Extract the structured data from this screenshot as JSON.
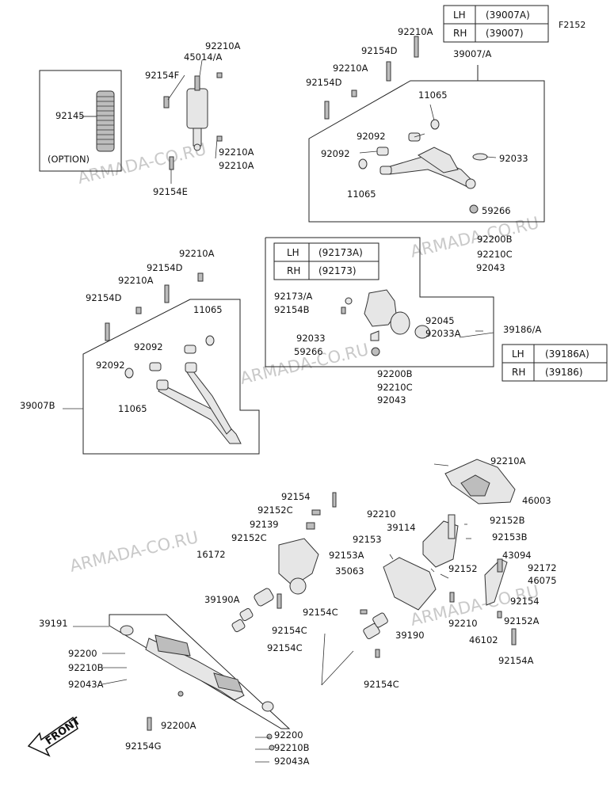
{
  "figure_code": "F2152",
  "watermark": "ARMADA-CO.RU",
  "front_label": "FRONT",
  "option_label": "(OPTION)",
  "tables": [
    {
      "rows": [
        [
          "LH",
          "(39007A)"
        ],
        [
          "RH",
          "(39007)"
        ]
      ]
    },
    {
      "rows": [
        [
          "LH",
          "(92173A)"
        ],
        [
          "RH",
          "(92173)"
        ]
      ]
    },
    {
      "rows": [
        [
          "LH",
          "(39186A)"
        ],
        [
          "RH",
          "(39186)"
        ]
      ]
    }
  ],
  "labels": [
    "92210A",
    "45014/A",
    "92154F",
    "92210A",
    "92210A",
    "92154E",
    "92145",
    "92210A",
    "92154D",
    "92210A",
    "92154D",
    "39007/A",
    "11065",
    "92092",
    "92033",
    "92092",
    "11065",
    "59266",
    "92200B",
    "92210C",
    "92043",
    "92210A",
    "92154D",
    "92210A",
    "92154D",
    "11065",
    "92092",
    "92092",
    "11065",
    "39007B",
    "92173/A",
    "92154B",
    "92045",
    "92033",
    "92033A",
    "59266",
    "39186/A",
    "92200B",
    "92210C",
    "92043",
    "92210A",
    "46003",
    "92154",
    "92152C",
    "92139",
    "92152C",
    "16172",
    "39190A",
    "92154C",
    "92154C",
    "39191",
    "92200",
    "92210B",
    "92043A",
    "92200A",
    "92154G",
    "92200",
    "92210B",
    "92043A",
    "92210",
    "39114",
    "92153",
    "92153A",
    "35063",
    "92152B",
    "92153B",
    "92154C",
    "39190",
    "92154C",
    "92152",
    "92210",
    "43094",
    "92172",
    "46075",
    "92154",
    "92152A",
    "46102",
    "92154A"
  ]
}
